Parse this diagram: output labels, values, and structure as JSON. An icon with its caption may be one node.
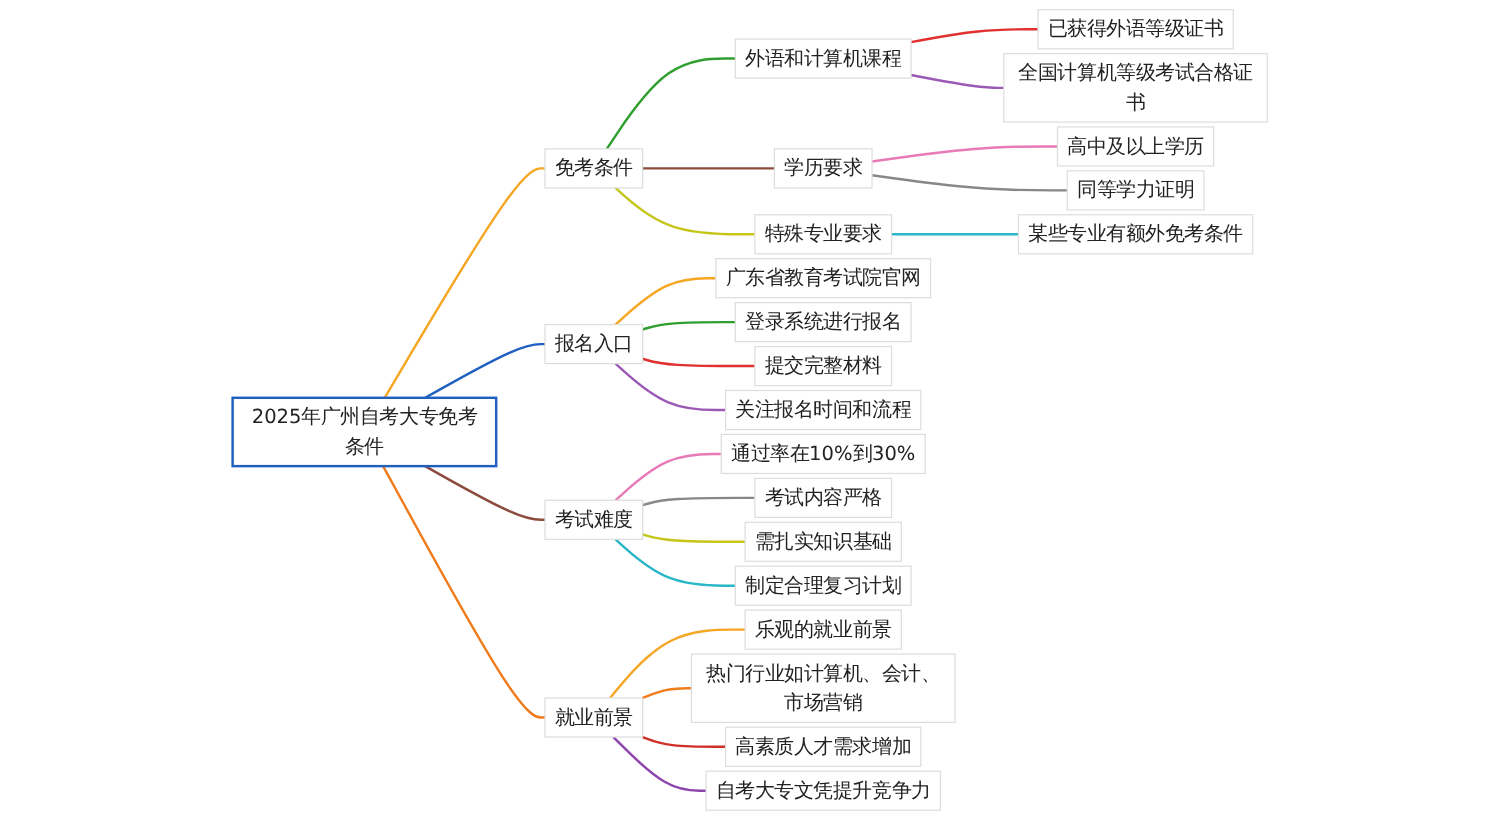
{
  "diagram": {
    "nodes": [
      {
        "text": [
          "2025年广州自考大专免考条件"
        ]
      },
      {
        "text": [
          "免考条件"
        ]
      },
      {
        "text": [
          "外语和计算机课程"
        ]
      },
      {
        "text": [
          "已获得外语等级证书"
        ]
      },
      {
        "text": [
          "全国计算机等级考试合格证书"
        ]
      },
      {
        "text": [
          "学历要求"
        ]
      },
      {
        "text": [
          "高中及以上学历"
        ]
      },
      {
        "text": [
          "同等学力证明"
        ]
      },
      {
        "text": [
          "特殊专业要求"
        ]
      },
      {
        "text": [
          "某些专业有额外免考条件"
        ]
      },
      {
        "text": [
          "报名入口"
        ]
      },
      {
        "text": [
          "广东省教育考试院官网"
        ]
      },
      {
        "text": [
          "登录系统进行报名"
        ]
      },
      {
        "text": [
          "提交完整材料"
        ]
      },
      {
        "text": [
          "关注报名时间和流程"
        ]
      },
      {
        "text": [
          "考试难度"
        ]
      },
      {
        "text": [
          "通过率在10%到30%"
        ]
      },
      {
        "text": [
          "考试内容严格"
        ]
      },
      {
        "text": [
          "需扎实知识基础"
        ]
      },
      {
        "text": [
          "制定合理复习计划"
        ]
      },
      {
        "text": [
          "就业前景"
        ]
      },
      {
        "text": [
          "乐观的就业前景"
        ]
      },
      {
        "text": [
          "热门行业如计算机、会计、市场营销"
        ]
      },
      {
        "text": [
          "高素质人才需求增加"
        ]
      },
      {
        "text": [
          "自考大专文凭提升竞争力"
        ]
      }
    ],
    "edges": [
      {
        "from": 0,
        "to": 1,
        "arrow": "none",
        "color": "#f5a623"
      },
      {
        "from": 1,
        "to": 2,
        "arrow": "none",
        "color": "#2e9e2e"
      },
      {
        "from": 2,
        "to": 3,
        "arrow": "none",
        "color": "#e03030"
      },
      {
        "from": 2,
        "to": 4,
        "arrow": "none",
        "color": "#9b59b6"
      },
      {
        "from": 1,
        "to": 5,
        "arrow": "none",
        "color": "#8b4a3c"
      },
      {
        "from": 5,
        "to": 6,
        "arrow": "none",
        "color": "#e87ab8"
      },
      {
        "from": 5,
        "to": 7,
        "arrow": "none",
        "color": "#888888"
      },
      {
        "from": 1,
        "to": 8,
        "arrow": "none",
        "color": "#c5c51a"
      },
      {
        "from": 8,
        "to": 9,
        "arrow": "none",
        "color": "#29b6c8"
      },
      {
        "from": 0,
        "to": 10,
        "arrow": "none",
        "color": "#1f5fbf"
      },
      {
        "from": 10,
        "to": 11,
        "arrow": "none",
        "color": "#f5a623"
      },
      {
        "from": 10,
        "to": 12,
        "arrow": "none",
        "color": "#2e9e2e"
      },
      {
        "from": 10,
        "to": 13,
        "arrow": "none",
        "color": "#e03030"
      },
      {
        "from": 10,
        "to": 14,
        "arrow": "none",
        "color": "#9b59b6"
      },
      {
        "from": 0,
        "to": 15,
        "arrow": "none",
        "color": "#8b4a3c"
      },
      {
        "from": 15,
        "to": 16,
        "arrow": "none",
        "color": "#e87ab8"
      },
      {
        "from": 15,
        "to": 17,
        "arrow": "none",
        "color": "#888888"
      },
      {
        "from": 15,
        "to": 18,
        "arrow": "none",
        "color": "#c5c51a"
      },
      {
        "from": 15,
        "to": 19,
        "arrow": "none",
        "color": "#29b6c8"
      },
      {
        "from": 0,
        "to": 20,
        "arrow": "none",
        "color": "#f07b1a"
      },
      {
        "from": 20,
        "to": 21,
        "arrow": "none",
        "color": "#f5a623"
      },
      {
        "from": 20,
        "to": 22,
        "arrow": "none",
        "color": "#f07b1a"
      },
      {
        "from": 20,
        "to": 23,
        "arrow": "none",
        "color": "#d0302a"
      },
      {
        "from": 20,
        "to": 24,
        "arrow": "none",
        "color": "#8e44ad"
      }
    ]
  }
}
